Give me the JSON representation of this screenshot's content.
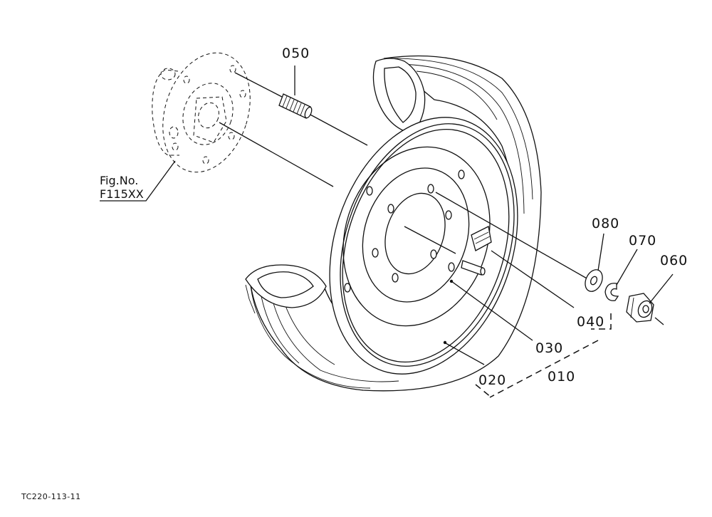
{
  "labels": {
    "p050": "050",
    "p080": "080",
    "p070": "070",
    "p060": "060",
    "p040": "040",
    "p030": "030",
    "p010": "010",
    "p020": "020"
  },
  "fig_ref": {
    "line1": "Fig.No.",
    "line2": "F115XX"
  },
  "drawing_code": "TC220-113-11"
}
